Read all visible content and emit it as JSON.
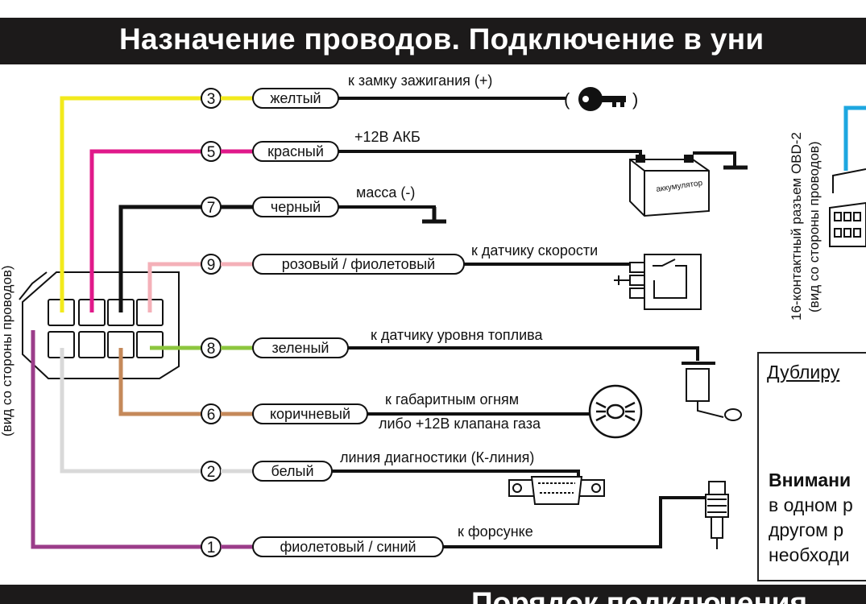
{
  "title": "Назначение проводов. Подключение в уни",
  "bottom_title": "Порядок подключения",
  "connector_label": "(вид со стороны проводов)",
  "obd": {
    "label_line1": "16-контактный разъем OBD-2",
    "label_line2": "(вид со стороны проводов)"
  },
  "wires": [
    {
      "pin": "3",
      "name": "желтый",
      "dest": "к замку зажигания (+)",
      "color": "#f2ea1c"
    },
    {
      "pin": "5",
      "name": "красный",
      "dest": "+12В АКБ",
      "color": "#e0198a"
    },
    {
      "pin": "7",
      "name": "черный",
      "dest": "масса (-)",
      "color": "#111111"
    },
    {
      "pin": "9",
      "name": "розовый / фиолетовый",
      "dest": "к датчику скорости",
      "color": "#f4b0b8"
    },
    {
      "pin": "8",
      "name": "зеленый",
      "dest": "к датчику уровня топлива",
      "color": "#8cc63e"
    },
    {
      "pin": "6",
      "name": "коричневый",
      "dest": "к габаритным огням",
      "dest2": "либо +12В клапана газа",
      "color": "#c5895a"
    },
    {
      "pin": "2",
      "name": "белый",
      "dest": "линия диагностики (К-линия)",
      "color": "#d9d9d9"
    },
    {
      "pin": "1",
      "name": "фиолетовый / синий",
      "dest": "к форсунке",
      "color": "#9b3d8a"
    }
  ],
  "battery_label": "аккумулятор",
  "box": {
    "heading": "Дублиру",
    "warn_bold": "Внимани",
    "line2": "в одном р",
    "line3": "другом р",
    "line4": "необходи"
  },
  "colors": {
    "bar": "#1c1a1a",
    "obd_blue": "#1ea7e0"
  }
}
